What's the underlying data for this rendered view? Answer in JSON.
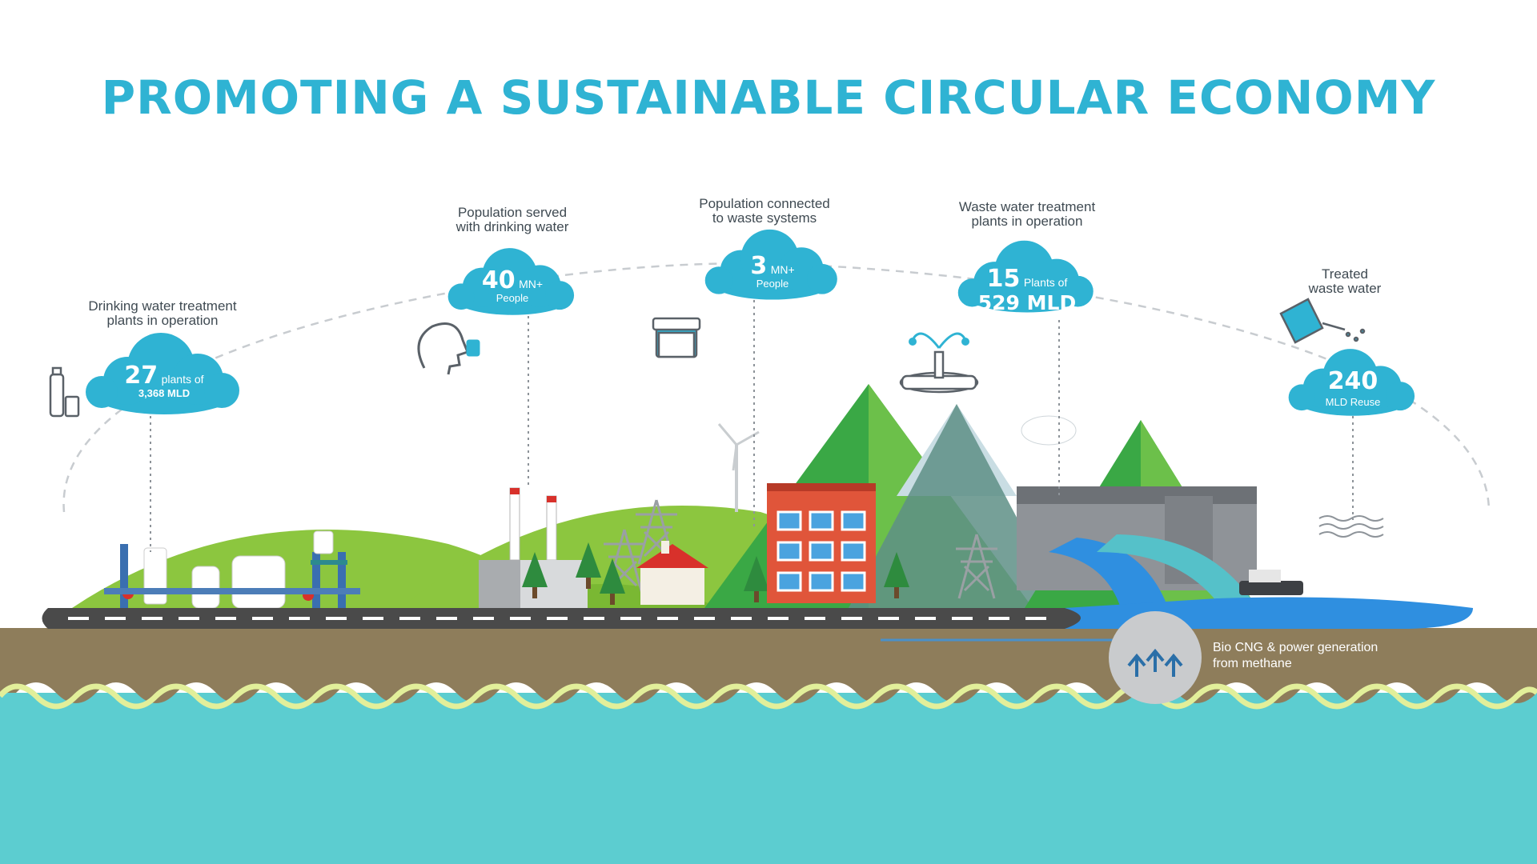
{
  "title": "PROMOTING A SUSTAINABLE CIRCULAR ECONOMY",
  "stats": {
    "drinking_plants": {
      "caption_line1": "Drinking water treatment",
      "caption_line2": "plants in operation",
      "number": "27",
      "unit_line1": "plants of",
      "unit_line2": "3,368 MLD"
    },
    "population_served": {
      "caption_line1": "Population served",
      "caption_line2": "with drinking water",
      "number": "40",
      "unit_line1": "MN+",
      "unit_line2": "People"
    },
    "population_connected": {
      "caption_line1": "Population connected",
      "caption_line2": "to waste systems",
      "number": "3",
      "unit_line1": "MN+",
      "unit_line2": "People"
    },
    "wastewater_plants": {
      "caption_line1": "Waste water treatment",
      "caption_line2": "plants in operation",
      "number": "15",
      "unit_line1": "Plants of",
      "unit_line2": "529 MLD"
    },
    "treated_wastewater": {
      "caption_line1": "Treated",
      "caption_line2": "waste water",
      "number": "240",
      "unit_line1": "MLD Reuse"
    }
  },
  "biocng": {
    "line1": "Bio CNG & power generation",
    "line2": "from methane"
  },
  "icons": [
    "water-bottle-icon",
    "person-drinking-icon",
    "waste-bin-icon",
    "fountain-icon",
    "watering-can-icon",
    "water-waves-icon",
    "methane-arrows-icon"
  ],
  "colors": {
    "title": "#2fb3d3",
    "cloud": "#2fb3d3",
    "hill_light": "#8cc63f",
    "mountain": "#3aa845",
    "road": "#4a4a4a",
    "ground": "#8e7d5b",
    "sea": "#5ccdd0",
    "river": "#2f8fe0",
    "building": "#e0553a"
  }
}
